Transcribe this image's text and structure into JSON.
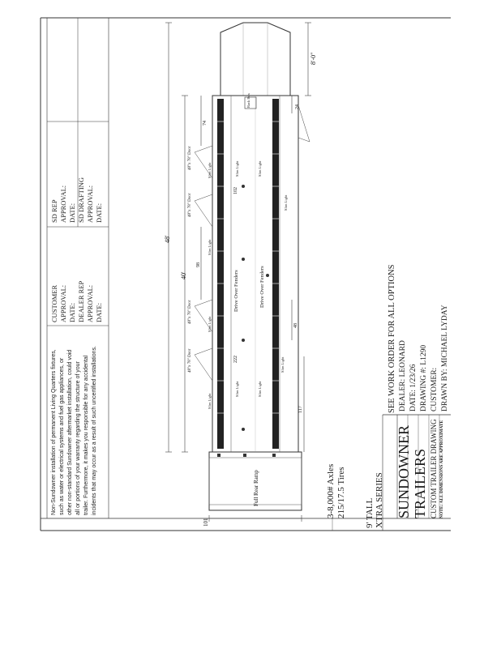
{
  "disclaimer": [
    "Non-Sundowner installation of permanent Living Quarters fixtures,",
    "such as water or electrical systems and fuel gas appliances, or",
    "other non-standard Sundowner aftermarket installation, could void",
    "all or portions of your warranty regarding the structure of your",
    "trailer. Furthermore, it makes you responsible for any accidental",
    "incidents that may occur as a result of such uncertified installations."
  ],
  "approvals_mid": {
    "customer": "CUSTOMER",
    "customer_approval": "APPROVAL:",
    "date1": "DATE:",
    "dealer_rep": "DEALER REP",
    "dealer_approval": "APPROVAL:",
    "date2": "DATE:"
  },
  "approvals_right": {
    "sd_rep": "SD REP",
    "sd_rep_approval": "APPROVAL:",
    "date1": "DATE:",
    "sd_drafting": "SD DRAFTING",
    "sd_drafting_approval": "APPROVAL:",
    "date2": "DATE:"
  },
  "specs": {
    "axles": "3-8,000# Axles",
    "tires": "215/17.5 Tires",
    "height": "9' TALL",
    "series": "XTRA SERIES"
  },
  "title_block": {
    "brand_line1": "SUNDOWNER",
    "brand_line2": "TRAILERS",
    "drawing_type": "CUSTOM TRAILER DRAWING",
    "note": "NOTE: ALL DIMENSIONS ARE APPROXIMATE",
    "work_order": "SEE WORK ORDER FOR ALL OPTIONS",
    "dealer": "DEALER: LEONARD",
    "date": "DATE: 1/23/26",
    "drawing_no": "DRAWING #: L1290",
    "customer": "CUSTOMER:",
    "drawn_by": "DRAWN BY: MICHAEL LYDAY"
  },
  "dims": {
    "overall": "48'",
    "body": "40'",
    "nose": "8'-0\"",
    "d74": "74",
    "d98": "98",
    "d117": "117",
    "d48": "48",
    "d24": "24",
    "d222": "222",
    "d102": "102",
    "width": "101",
    "ramp": "Full Rear Ramp",
    "fenders1": "Drive Over Fenders",
    "fenders2": "Drive Over Fenders",
    "door1": "48\"x 78\" Door",
    "door2": "48\"x 78\" Door",
    "door3": "48\"x 78\" Door",
    "door4": "48\"x 78\" Door",
    "box": "Rack Box"
  },
  "lights": [
    "Slim Light",
    "Slim Light",
    "Slim Light",
    "Slim Light",
    "Slim Light",
    "Slim Light",
    "Slim Light",
    "Slim Light",
    "Slim Light",
    "Slim Light"
  ]
}
